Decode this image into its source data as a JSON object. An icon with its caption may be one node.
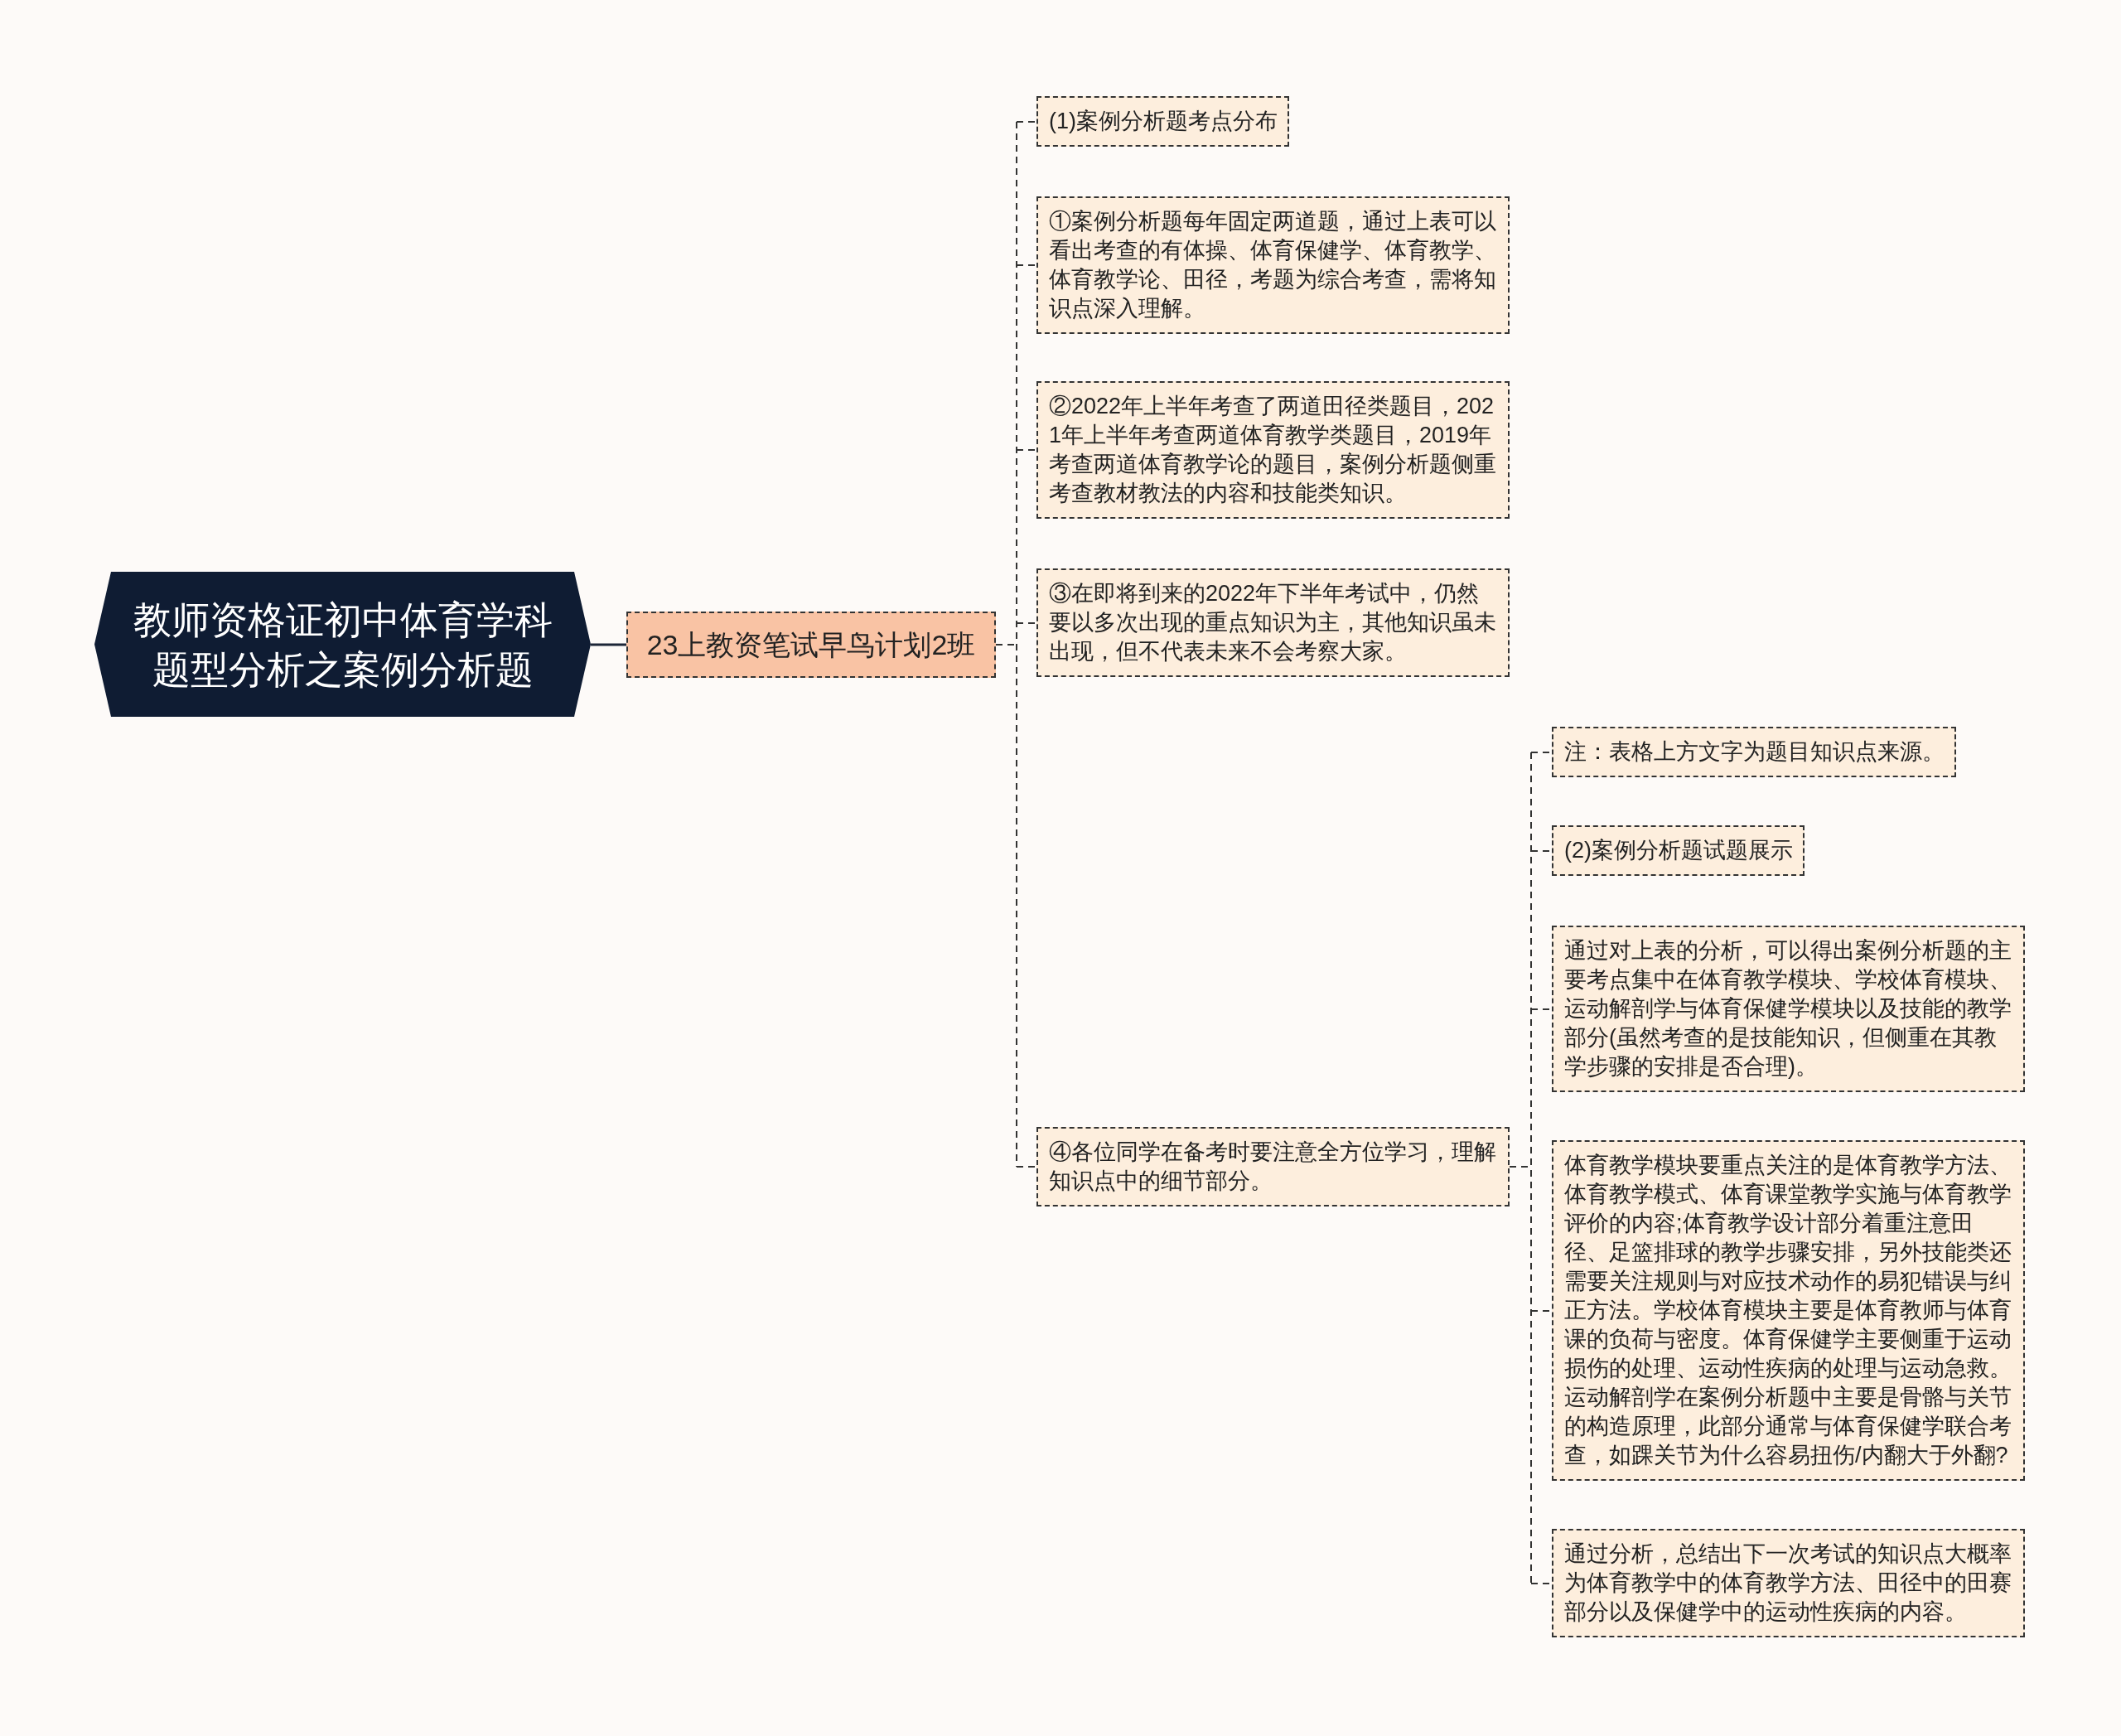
{
  "diagram": {
    "nodes": [
      {
        "text": [
          "教师资格证初中体育学科题型分析之案例分析题"
        ]
      },
      {
        "text": [
          "23上教资笔试早鸟计划2班"
        ]
      },
      {
        "text": [
          "(1)案例分析题考点分布"
        ]
      },
      {
        "text": [
          "①案例分析题每年固定两道题，通过上表可以看出考查的有体操、体育保健学、体育教学、体育教学论、田径，考题为综合考查，需将知识点深入理解。"
        ]
      },
      {
        "text": [
          "②2022年上半年考查了两道田径类题目，2021年上半年考查两道体育教学类题目，2019年考查两道体育教学论的题目，案例分析题侧重考查教材教法的内容和技能类知识。"
        ]
      },
      {
        "text": [
          "③在即将到来的2022年下半年考试中，仍然要以多次出现的重点知识为主，其他知识虽未出现，但不代表未来不会考察大家。"
        ]
      },
      {
        "text": [
          "④各位同学在备考时要注意全方位学习，理解知识点中的细节部分。"
        ]
      },
      {
        "text": [
          "注：表格上方文字为题目知识点来源。"
        ]
      },
      {
        "text": [
          "(2)案例分析题试题展示"
        ]
      },
      {
        "text": [
          "通过对上表的分析，可以得出案例分析题的主要考点集中在体育教学模块、学校体育模块、运动解剖学与体育保健学模块以及技能的教学部分(虽然考查的是技能知识，但侧重在其教学步骤的安排是否合理)。"
        ]
      },
      {
        "text": [
          "体育教学模块要重点关注的是体育教学方法、体育教学模式、体育课堂教学实施与体育教学评价的内容;体育教学设计部分着重注意田径、足篮排球的教学步骤安排，另外技能类还需要关注规则与对应技术动作的易犯错误与纠正方法。学校体育模块主要是体育教师与体育课的负荷与密度。体育保健学主要侧重于运动损伤的处理、运动性疾病的处理与运动急救。运动解剖学在案例分析题中主要是骨骼与关节的构造原理，此部分通常与体育保健学联合考查，如踝关节为什么容易扭伤/内翻大于外翻?"
        ]
      },
      {
        "text": [
          "通过分析，总结出下一次考试的知识点大概率为体育教学中的体育教学方法、田径中的田赛部分以及保健学中的运动性疾病的内容。"
        ]
      }
    ],
    "edges": [
      {
        "from": 0,
        "to": 1,
        "arrow": "none"
      },
      {
        "from": 1,
        "to": 2,
        "arrow": "none",
        "style": "dashed"
      },
      {
        "from": 1,
        "to": 3,
        "arrow": "none",
        "style": "dashed"
      },
      {
        "from": 1,
        "to": 4,
        "arrow": "none",
        "style": "dashed"
      },
      {
        "from": 1,
        "to": 5,
        "arrow": "none",
        "style": "dashed"
      },
      {
        "from": 1,
        "to": 6,
        "arrow": "none",
        "style": "dashed"
      },
      {
        "from": 6,
        "to": 7,
        "arrow": "none",
        "style": "dashed"
      },
      {
        "from": 6,
        "to": 8,
        "arrow": "none",
        "style": "dashed"
      },
      {
        "from": 6,
        "to": 9,
        "arrow": "none",
        "style": "dashed"
      },
      {
        "from": 6,
        "to": 10,
        "arrow": "none",
        "style": "dashed"
      },
      {
        "from": 6,
        "to": 11,
        "arrow": "none",
        "style": "dashed"
      }
    ]
  }
}
